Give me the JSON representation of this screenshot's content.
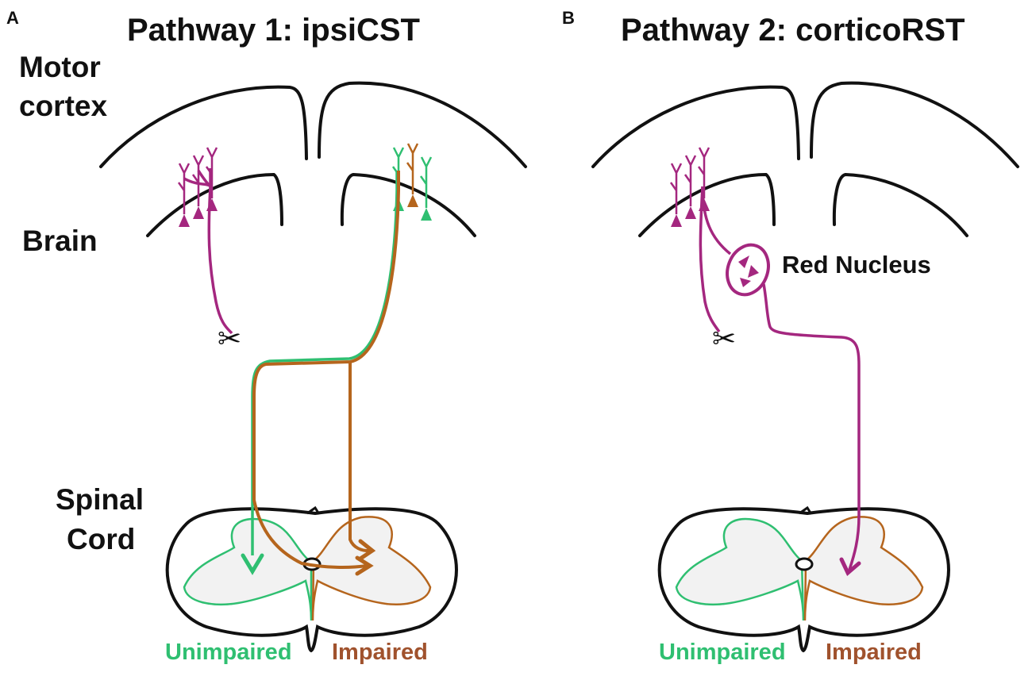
{
  "panels": [
    {
      "letter": "A",
      "title": "Pathway 1: ipsiCST",
      "labels": {
        "motor_cortex_line1": "Motor",
        "motor_cortex_line2": "cortex",
        "brain": "Brain",
        "spinal_cord_line1": "Spinal",
        "spinal_cord_line2": "Cord",
        "unimpaired": "Unimpaired",
        "impaired": "Impaired"
      }
    },
    {
      "letter": "B",
      "title": "Pathway 2: corticoRST",
      "labels": {
        "red_nucleus": "Red Nucleus",
        "unimpaired": "Unimpaired",
        "impaired": "Impaired"
      }
    }
  ],
  "colors": {
    "outline": "#111111",
    "magenta_tract": "#a4277f",
    "green_tract": "#2fbf71",
    "brown_tract": "#b5651d",
    "grey_matter_fill": "#f2f2f2",
    "unimpaired_text": "#2fbf71",
    "impaired_text": "#a0522d"
  },
  "icons": [
    "scissors-icon",
    "pyramidal-neuron-icon",
    "arrowhead-icon"
  ]
}
